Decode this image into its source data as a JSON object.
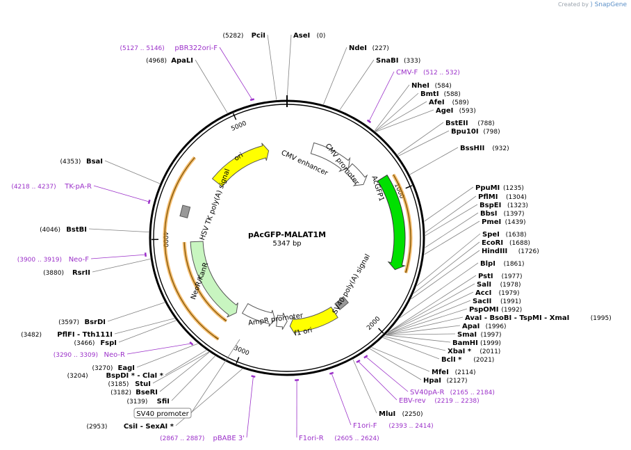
{
  "brand": {
    "created_by": "Created by",
    "name": "SnapGene"
  },
  "plasmid": {
    "name": "pAcGFP-MALAT1M",
    "size": "5347 bp"
  },
  "ticks": [
    {
      "label": "1000",
      "bp": 1000
    },
    {
      "label": "2000",
      "bp": 2000
    },
    {
      "label": "3000",
      "bp": 3000
    },
    {
      "label": "4000",
      "bp": 4000
    },
    {
      "label": "5000",
      "bp": 5000
    }
  ],
  "colors": {
    "yellow": "#ffff00",
    "green": "#00e000",
    "lightgreen": "#c8f5c0",
    "white": "#ffffff",
    "gray": "#999999",
    "orange": "#f0a030",
    "primer": "#9b30c9",
    "line": "#808080"
  },
  "features": [
    {
      "name": "CMV enhancer",
      "start": 235,
      "end": 614,
      "color": "white"
    },
    {
      "name": "CMV promoter",
      "start": 615,
      "end": 818,
      "color": "white"
    },
    {
      "name": "AcGFP1",
      "start": 860,
      "end": 1580,
      "color": "green"
    },
    {
      "name": "SV40 poly(A) signal",
      "start": 2020,
      "end": 2142,
      "color": "gray"
    },
    {
      "name": "f1 ori",
      "start": 2190,
      "end": 2645,
      "color": "yellow"
    },
    {
      "name": "AmpR promoter",
      "start": 2672,
      "end": 2776,
      "color": "white"
    },
    {
      "name": "SV40 promoter",
      "start": 2800,
      "end": 3130,
      "color": "white"
    },
    {
      "name": "NeoR/KanR",
      "start": 3180,
      "end": 3975,
      "color": "lightgreen"
    },
    {
      "name": "HSV TK poly(A) signal",
      "start": 4200,
      "end": 4250,
      "color": "gray"
    },
    {
      "name": "ori",
      "start": 4580,
      "end": 5170,
      "color": "yellow"
    }
  ],
  "sites": [
    {
      "name": "AseI",
      "pos": "(0)"
    },
    {
      "name": "NdeI",
      "pos": "(227)"
    },
    {
      "name": "SnaBI",
      "pos": "(333)"
    },
    {
      "name": "NheI",
      "pos": "(584)"
    },
    {
      "name": "BmtI",
      "pos": "(588)"
    },
    {
      "name": "AfeI",
      "pos": "(589)"
    },
    {
      "name": "AgeI",
      "pos": "(593)"
    },
    {
      "name": "BstEII",
      "pos": "(788)"
    },
    {
      "name": "Bpu10I",
      "pos": "(798)"
    },
    {
      "name": "BssHII",
      "pos": "(932)"
    },
    {
      "name": "PpuMI",
      "pos": "(1235)"
    },
    {
      "name": "PflMI",
      "pos": "(1304)"
    },
    {
      "name": "BspEI",
      "pos": "(1323)"
    },
    {
      "name": "BbsI",
      "pos": "(1397)"
    },
    {
      "name": "PmeI",
      "pos": "(1439)"
    },
    {
      "name": "SpeI",
      "pos": "(1638)"
    },
    {
      "name": "EcoRI",
      "pos": "(1688)"
    },
    {
      "name": "HindIII",
      "pos": "(1726)"
    },
    {
      "name": "BlpI",
      "pos": "(1861)"
    },
    {
      "name": "PstI",
      "pos": "(1977)"
    },
    {
      "name": "SalI",
      "pos": "(1978)"
    },
    {
      "name": "AccI",
      "pos": "(1979)"
    },
    {
      "name": "SacII",
      "pos": "(1991)"
    },
    {
      "name": "PspOMI",
      "pos": "(1992)"
    },
    {
      "name": "AvaI - BsoBI - TspMI - XmaI",
      "pos": "(1995)"
    },
    {
      "name": "ApaI",
      "pos": "(1996)"
    },
    {
      "name": "SmaI",
      "pos": "(1997)"
    },
    {
      "name": "BamHI",
      "pos": "(1999)"
    },
    {
      "name": "XbaI *",
      "pos": "(2011)"
    },
    {
      "name": "BclI *",
      "pos": "(2021)"
    },
    {
      "name": "MfeI",
      "pos": "(2114)"
    },
    {
      "name": "HpaI",
      "pos": "(2127)"
    },
    {
      "name": "MluI",
      "pos": "(2250)"
    },
    {
      "name": "CsiI - SexAI *",
      "pos": "(2953)"
    },
    {
      "name": "SfiI",
      "pos": "(3139)"
    },
    {
      "name": "BseRI",
      "pos": "(3182)"
    },
    {
      "name": "StuI",
      "pos": "(3185)"
    },
    {
      "name": "BspDI * - ClaI *",
      "pos": "(3204)"
    },
    {
      "name": "EagI",
      "pos": "(3270)"
    },
    {
      "name": "FspI",
      "pos": "(3466)"
    },
    {
      "name": "PflFI - Tth111I",
      "pos": "(3482)"
    },
    {
      "name": "BsrDI",
      "pos": "(3597)"
    },
    {
      "name": "RsrII",
      "pos": "(3880)"
    },
    {
      "name": "BstBI",
      "pos": "(4046)"
    },
    {
      "name": "BsaI",
      "pos": "(4353)"
    },
    {
      "name": "ApaLI",
      "pos": "(4968)"
    },
    {
      "name": "PciI",
      "pos": "(5282)"
    }
  ],
  "primers": [
    {
      "name": "CMV-F",
      "range": "(512 .. 532)"
    },
    {
      "name": "SV40pA-R",
      "range": "(2165 .. 2184)"
    },
    {
      "name": "EBV-rev",
      "range": "(2219 .. 2238)"
    },
    {
      "name": "F1ori-F",
      "range": "(2393 .. 2414)"
    },
    {
      "name": "F1ori-R",
      "range": "(2605 .. 2624)"
    },
    {
      "name": "pBABE 3'",
      "range": "(2867 .. 2887)"
    },
    {
      "name": "Neo-R",
      "range": "(3290 .. 3309)"
    },
    {
      "name": "Neo-F",
      "range": "(3900 .. 3919)"
    },
    {
      "name": "TK-pA-R",
      "range": "(4218 .. 4237)"
    },
    {
      "name": "pBR322ori-F",
      "range": "(5127 .. 5146)"
    }
  ]
}
